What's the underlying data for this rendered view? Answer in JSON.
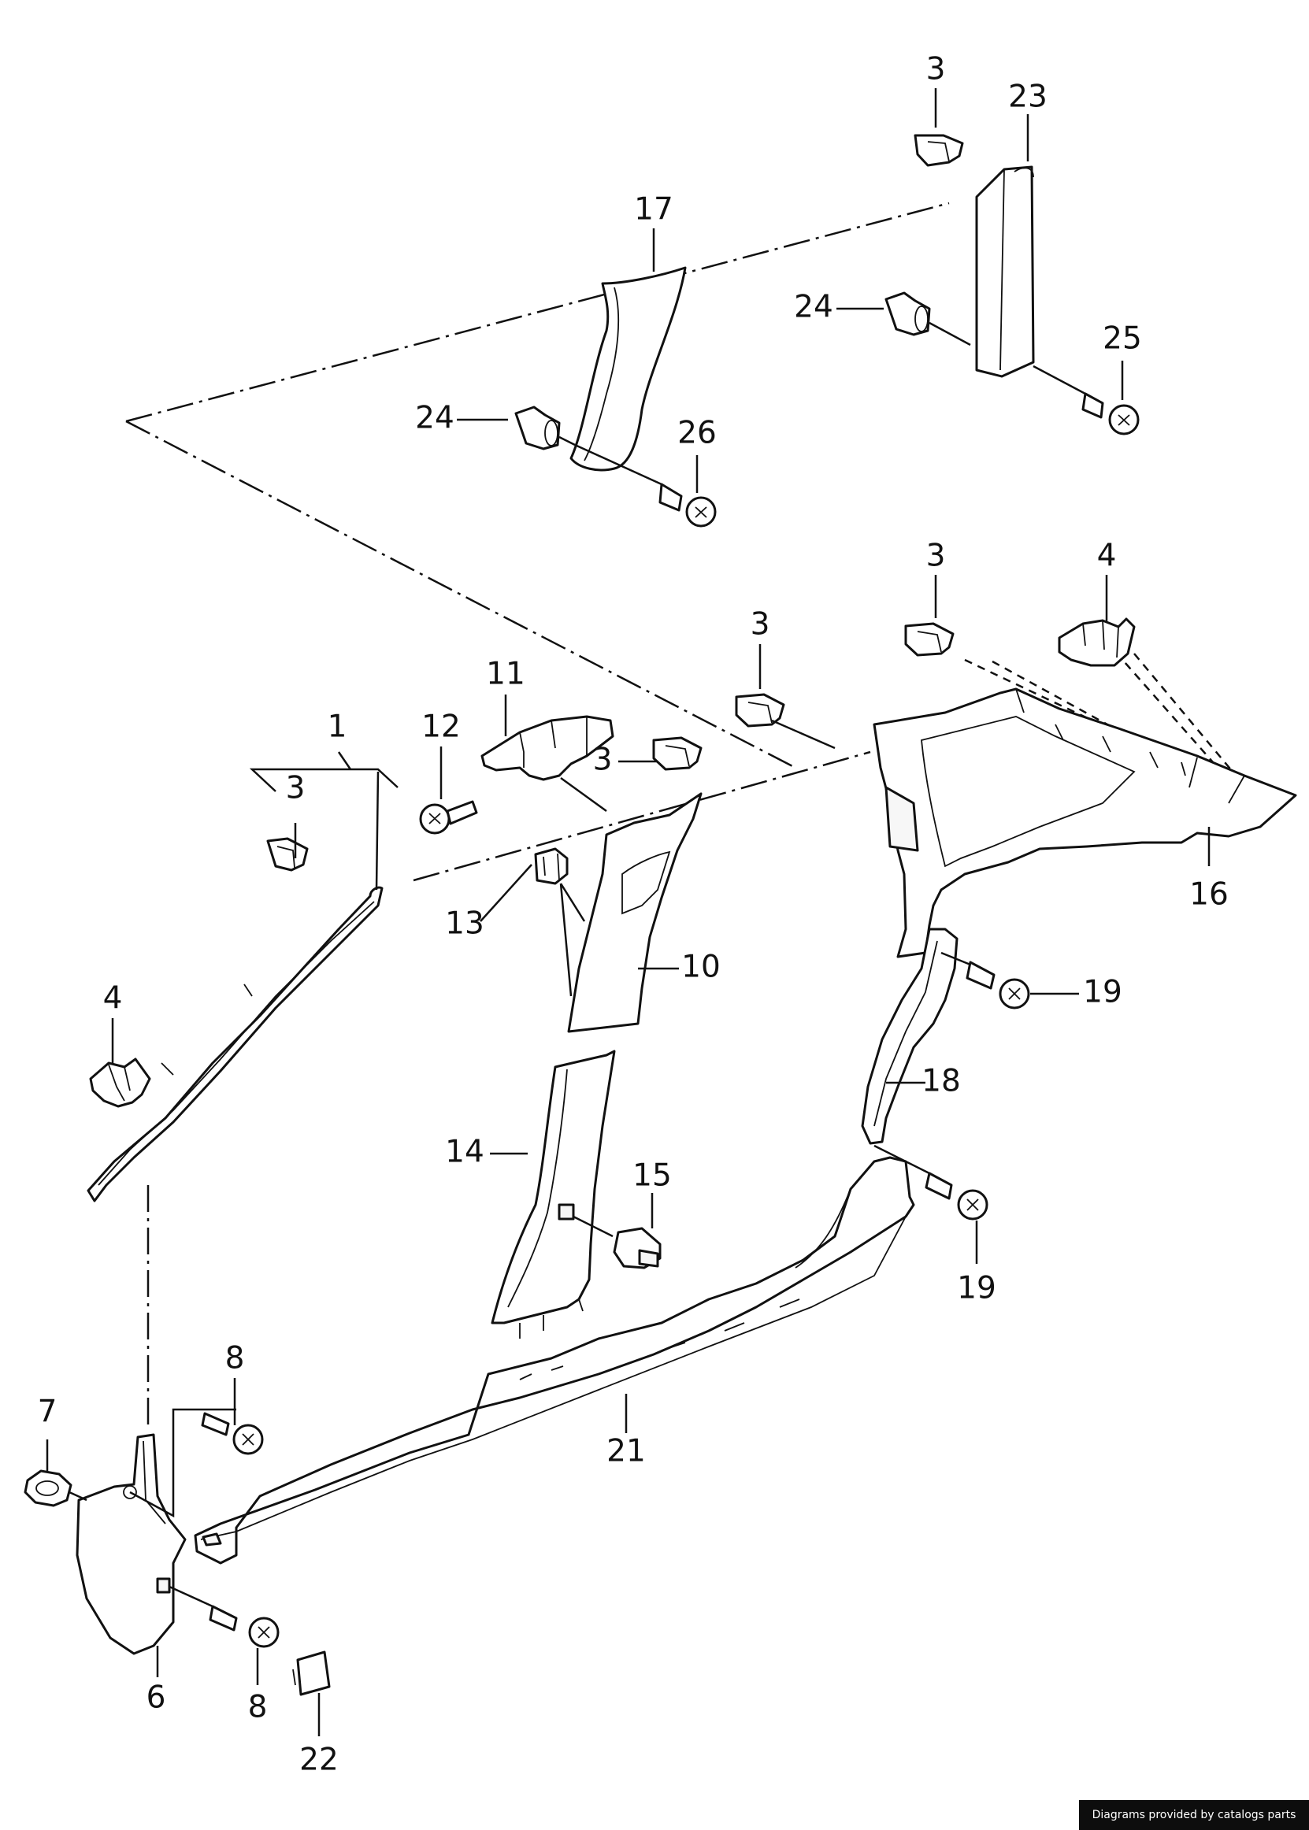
{
  "footer": {
    "credit": "Diagrams provided by catalogs parts"
  },
  "callouts": [
    {
      "id": "c-3a",
      "text": "3"
    },
    {
      "id": "c-23",
      "text": "23"
    },
    {
      "id": "c-17",
      "text": "17"
    },
    {
      "id": "c-24a",
      "text": "24"
    },
    {
      "id": "c-25",
      "text": "25"
    },
    {
      "id": "c-24b",
      "text": "24"
    },
    {
      "id": "c-26",
      "text": "26"
    },
    {
      "id": "c-3b",
      "text": "3"
    },
    {
      "id": "c-4a",
      "text": "4"
    },
    {
      "id": "c-3c",
      "text": "3"
    },
    {
      "id": "c-11",
      "text": "11"
    },
    {
      "id": "c-12",
      "text": "12"
    },
    {
      "id": "c-3d",
      "text": "3"
    },
    {
      "id": "c-1",
      "text": "1"
    },
    {
      "id": "c-3e",
      "text": "3"
    },
    {
      "id": "c-16",
      "text": "16"
    },
    {
      "id": "c-13",
      "text": "13"
    },
    {
      "id": "c-10",
      "text": "10"
    },
    {
      "id": "c-19a",
      "text": "19"
    },
    {
      "id": "c-4b",
      "text": "4"
    },
    {
      "id": "c-18",
      "text": "18"
    },
    {
      "id": "c-14",
      "text": "14"
    },
    {
      "id": "c-15",
      "text": "15"
    },
    {
      "id": "c-19b",
      "text": "19"
    },
    {
      "id": "c-8a",
      "text": "8"
    },
    {
      "id": "c-7",
      "text": "7"
    },
    {
      "id": "c-21",
      "text": "21"
    },
    {
      "id": "c-6",
      "text": "6"
    },
    {
      "id": "c-8b",
      "text": "8"
    },
    {
      "id": "c-22",
      "text": "22"
    }
  ]
}
